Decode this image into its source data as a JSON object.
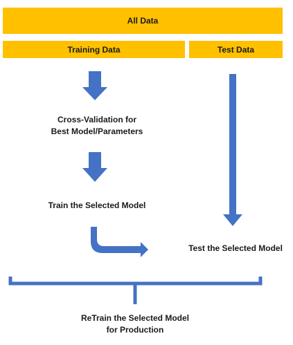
{
  "boxes": {
    "all_data": "All Data",
    "training_data": "Training Data",
    "test_data": "Test Data"
  },
  "steps": {
    "cross_validation_line1": "Cross-Validation for",
    "cross_validation_line2": "Best Model/Parameters",
    "train": "Train the Selected Model",
    "test": "Test the Selected Model",
    "retrain_line1": "ReTrain the Selected Model",
    "retrain_line2": "for Production"
  },
  "colors": {
    "box_fill": "#FFC000",
    "arrow": "#4472C4",
    "text": "#1a1a1a"
  }
}
